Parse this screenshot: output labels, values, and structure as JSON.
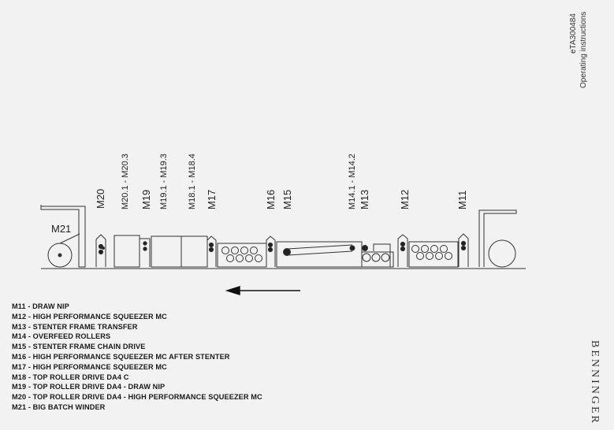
{
  "header": {
    "doc_id": "eTA300484",
    "subtitle": "Operating instructions"
  },
  "machine_labels": {
    "m20": "M20",
    "m20_range": "M20.1 - M20.3",
    "m19": "M19",
    "m19_range": "M19.1 - M19.3",
    "m18_range": "M18.1 - M18.4",
    "m17": "M17",
    "m16": "M16",
    "m15": "M15",
    "m14_range": "M14.1 - M14.2",
    "m13": "M13",
    "m12": "M12",
    "m11": "M11",
    "m21": "M21"
  },
  "legend": [
    "M11 - DRAW NIP",
    "M12 - HIGH PERFORMANCE SQUEEZER MC",
    "M13 - STENTER FRAME TRANSFER",
    "M14 - OVERFEED ROLLERS",
    "M15 - STENTER FRAME CHAIN DRIVE",
    "M16 - HIGH PERFORMANCE SQUEEZER MC AFTER STENTER",
    "M17 - HIGH PERFORMANCE SQUEEZER MC",
    "M18 - TOP ROLLER DRIVE DA4 C",
    "M19 - TOP ROLLER DRIVE DA4 - DRAW NIP",
    "M20 - TOP ROLLER DRIVE DA4 - HIGH PERFORMANCE SQUEEZER MC",
    "M21 - BIG BATCH WINDER"
  ],
  "brand": "BENNINGER",
  "icons": [
    "direction-arrow-icon"
  ]
}
